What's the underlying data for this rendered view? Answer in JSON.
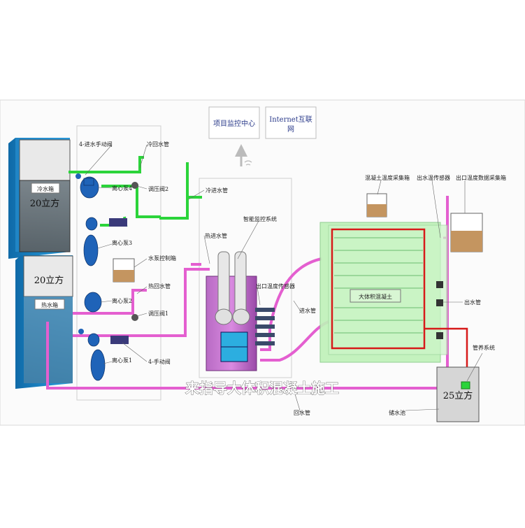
{
  "diagram": {
    "top": {
      "monitor_center": "项目监控中心",
      "internet_line1": "Internet互联",
      "internet_line2": "网"
    },
    "tanks": {
      "cold_label": "冷水箱",
      "cold_volume": "20立方",
      "hot_label": "热水箱",
      "hot_volume": "20立方",
      "storage_volume": "25立方"
    },
    "labels": {
      "inlet_manual_valve_4": "4-进水手动阀",
      "cold_return_pipe": "冷回水管",
      "centrifugal_pump_4": "离心泵4",
      "pressure_valve_2": "调压阀2",
      "cold_inlet_pipe": "冷进水管",
      "centrifugal_pump_3": "离心泵3",
      "pump_control_box": "水泵控制箱",
      "hot_return_pipe": "热回水管",
      "centrifugal_pump_2": "离心泵2",
      "pressure_valve_1": "调压阀1",
      "centrifugal_pump_1": "离心泵1",
      "manual_valve_4": "4-手动阀",
      "hot_inlet_pipe": "热进水管",
      "smart_monitor_system": "智能监控系统",
      "outlet_temp_sensor": "出口温度传感器",
      "inlet_pipe": "进水管",
      "return_pipe": "回水管",
      "concrete_temp_collector": "混凝土温度采集箱",
      "outlet_water_temp_sensor": "出水温传感器",
      "outlet_temp_data_collector": "出口温度数据采集箱",
      "mass_concrete": "大体积混凝土",
      "outlet_pipe": "出水管",
      "curing_system": "管养系统",
      "storage_pool": "储水池"
    },
    "caption": "来指导大体积混凝土施工"
  },
  "colors": {
    "green_pipe": "#2bd43a",
    "pink_pipe": "#e45fd0",
    "tank_blue": "#1b86c8",
    "tank_gray": "#7d7d7d",
    "concrete_green": "#bff2b8",
    "sensor_red": "#d71a1a",
    "pump_blue": "#1f63b8"
  }
}
